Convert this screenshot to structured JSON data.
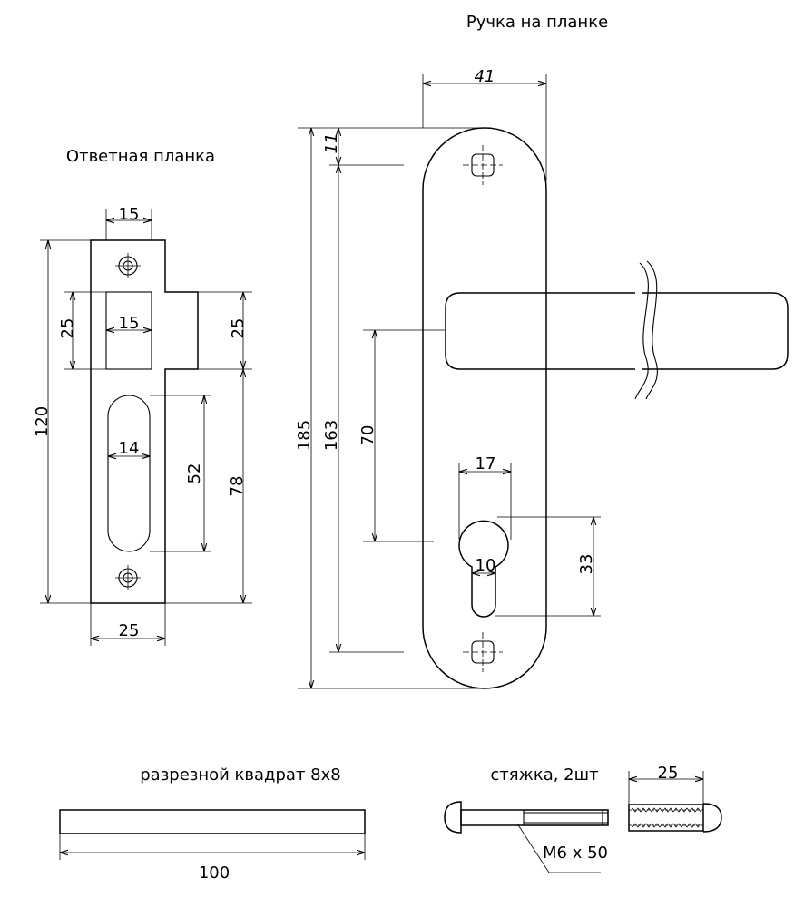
{
  "titles": {
    "handle": "Ручка на планке",
    "strike": "Ответная планка",
    "square": "разрезной квадрат 8х8",
    "tie": "стяжка, 2шт"
  },
  "strike_dims": {
    "top_width": "15",
    "window_left": "25",
    "window_width": "15",
    "window_right": "25",
    "total_height": "120",
    "slot_width": "14",
    "slot_height": "52",
    "lower_height": "78",
    "bottom_width": "25"
  },
  "handle_dims": {
    "plate_width": "41",
    "top_offset": "11",
    "total_height": "185",
    "screw_distance": "163",
    "handle_to_cylinder": "70",
    "cylinder_width": "17",
    "cylinder_slot": "10",
    "cylinder_height": "33"
  },
  "square_dims": {
    "length": "100"
  },
  "tie_dims": {
    "length": "25",
    "thread": "М6 х 50"
  }
}
